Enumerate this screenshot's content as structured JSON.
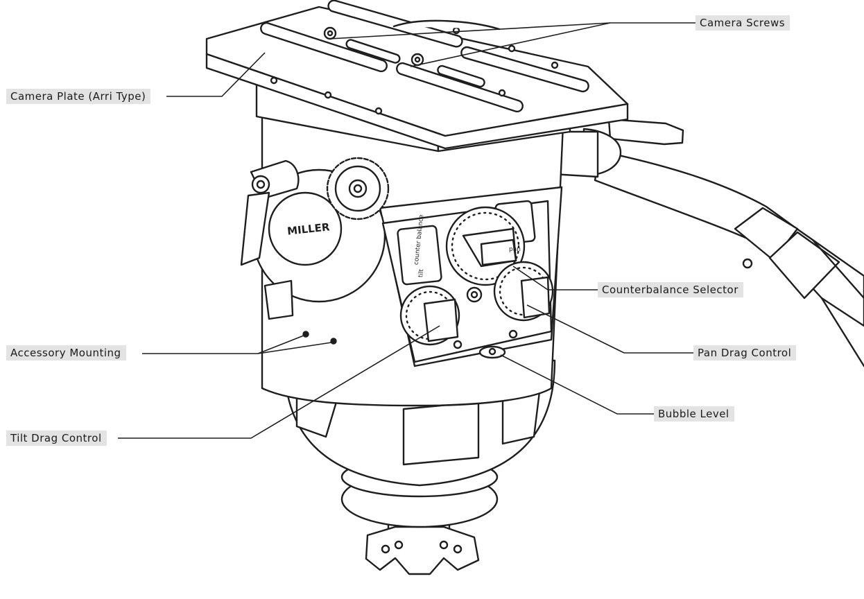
{
  "brand": "MILLER",
  "dial_labels": {
    "counterbalance": "counter balance",
    "pan": "pan",
    "tilt": "tilt"
  },
  "callouts": {
    "camera_screws": "Camera Screws",
    "camera_plate": "Camera Plate (Arri Type)",
    "counterbalance_selector": "Counterbalance Selector",
    "pan_drag_control": "Pan Drag Control",
    "accessory_mounting": "Accessory Mounting",
    "bubble_level": "Bubble Level",
    "tilt_drag_control": "Tilt Drag Control"
  },
  "colors": {
    "line": "#1e1e1e",
    "label_bg": "#e3e3e3",
    "body_fill": "#ffffff"
  }
}
